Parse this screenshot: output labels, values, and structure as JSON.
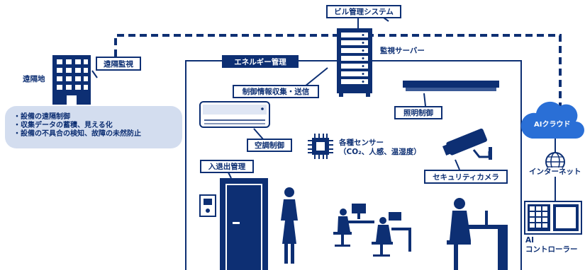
{
  "labels": {
    "bms": "ビル管理システム",
    "server": "監視サーバー",
    "remote_site": "遠隔地",
    "remote_monitoring": "遠隔監視",
    "energy_mgmt": "エネルギー管理",
    "collect_send": "制御情報収集・送信",
    "lighting": "照明制御",
    "aircon": "空調制御",
    "sensors_line1": "各種センサー",
    "sensors_line2": "（CO₂、人感、温湿度）",
    "security_camera": "セキュリティカメラ",
    "access_mgmt": "入退出管理",
    "ai_cloud": "AIクラウド",
    "internet": "インターネット",
    "ai_line1": "AI",
    "ai_line2": "コントローラー"
  },
  "benefits": [
    "・設備の遠隔制御",
    "・収集データの蓄積、見える化",
    "・設備の不具合の検知、故障の未然防止"
  ],
  "colors": {
    "primary": "#0d2f73",
    "cloud": "#2a6fd6",
    "bubble": "#d3ddef"
  }
}
